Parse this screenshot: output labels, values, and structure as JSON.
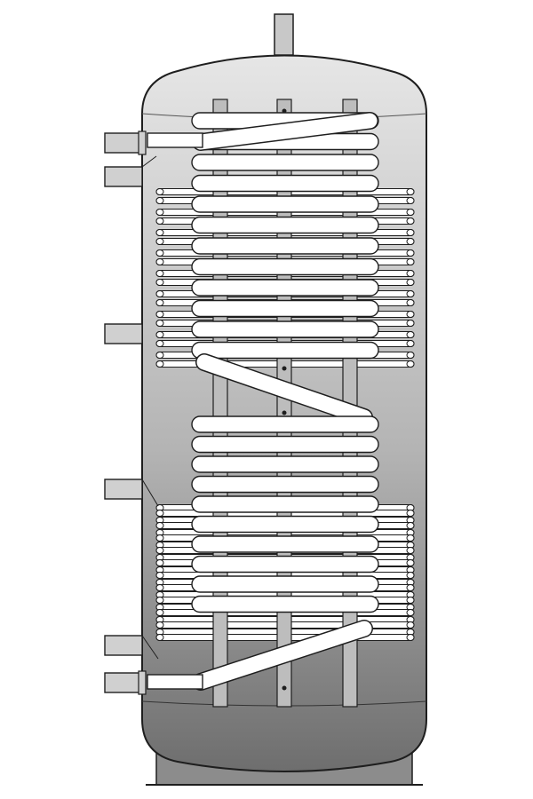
{
  "diagram": {
    "subject": "tank",
    "colors": {
      "tank_top": "#e6e6e6",
      "tank_mid": "#b4b4b4",
      "tank_bottom": "#6e6e6e",
      "tube": "#ffffff",
      "outline": "#1e1e1e",
      "post": "#bdbdbd",
      "stand": "#8c8c8c",
      "port": "#d0d0d0"
    },
    "upper_coil_turns": 12,
    "lower_coil_turns": 10,
    "upper_fins": 9,
    "lower_fins": 11,
    "side_ports": 6
  }
}
